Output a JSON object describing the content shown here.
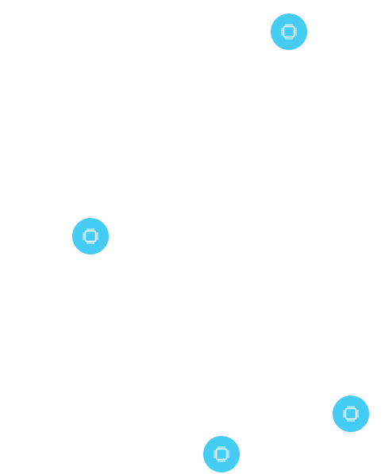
{
  "canvas": {
    "background": "#ffffff"
  },
  "nodes": [
    {
      "id": "node-1",
      "icon": "cpu-chip-icon",
      "color": "#45ccf4"
    },
    {
      "id": "node-2",
      "icon": "cpu-chip-icon",
      "color": "#45ccf4"
    },
    {
      "id": "node-3",
      "icon": "cpu-chip-icon",
      "color": "#45ccf4"
    },
    {
      "id": "node-4",
      "icon": "cpu-chip-icon",
      "color": "#45ccf4"
    }
  ],
  "icon_color": "#ffffff"
}
